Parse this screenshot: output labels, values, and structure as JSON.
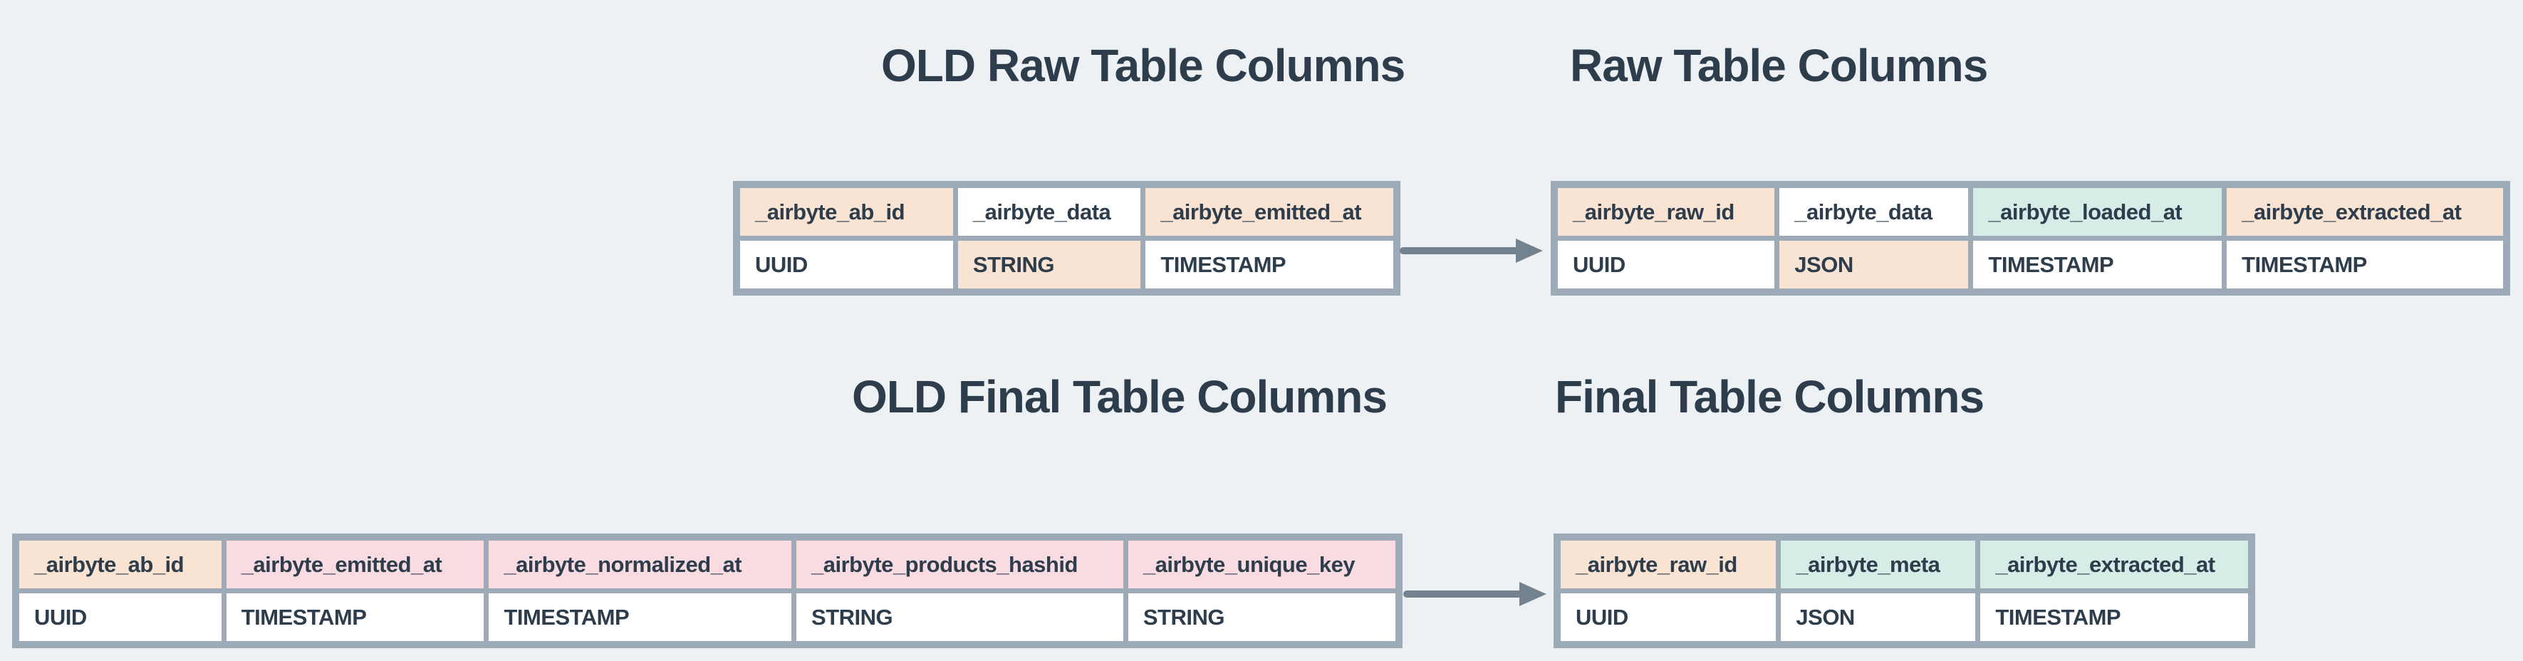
{
  "colors": {
    "background": "#eef1f4",
    "grid_border": "#9dabb8",
    "text": "#2e3d4c",
    "arrow": "#74818e",
    "peach": "#f9e3d3",
    "pink": "#f9dce2",
    "teal": "#d6ece7",
    "white": "#ffffff"
  },
  "sections": {
    "top": {
      "old_title": "OLD Raw Table Columns",
      "new_title": "Raw Table Columns",
      "old_table": {
        "columns": [
          {
            "header": "_airbyte_ab_id",
            "header_bg": "peach",
            "value": "UUID",
            "value_bg": "white"
          },
          {
            "header": "_airbyte_data",
            "header_bg": "white",
            "value": "STRING",
            "value_bg": "peach"
          },
          {
            "header": "_airbyte_emitted_at",
            "header_bg": "peach",
            "value": "TIMESTAMP",
            "value_bg": "white"
          }
        ]
      },
      "new_table": {
        "columns": [
          {
            "header": "_airbyte_raw_id",
            "header_bg": "peach",
            "value": "UUID",
            "value_bg": "white"
          },
          {
            "header": "_airbyte_data",
            "header_bg": "white",
            "value": "JSON",
            "value_bg": "peach"
          },
          {
            "header": "_airbyte_loaded_at",
            "header_bg": "teal",
            "value": "TIMESTAMP",
            "value_bg": "white"
          },
          {
            "header": "_airbyte_extracted_at",
            "header_bg": "peach",
            "value": "TIMESTAMP",
            "value_bg": "white"
          }
        ]
      }
    },
    "bottom": {
      "old_title": "OLD Final Table Columns",
      "new_title": "Final Table Columns",
      "old_table": {
        "columns": [
          {
            "header": "_airbyte_ab_id",
            "header_bg": "peach",
            "value": "UUID",
            "value_bg": "white"
          },
          {
            "header": "_airbyte_emitted_at",
            "header_bg": "pink",
            "value": "TIMESTAMP",
            "value_bg": "white"
          },
          {
            "header": "_airbyte_normalized_at",
            "header_bg": "pink",
            "value": "TIMESTAMP",
            "value_bg": "white"
          },
          {
            "header": "_airbyte_products_hashid",
            "header_bg": "pink",
            "value": "STRING",
            "value_bg": "white"
          },
          {
            "header": "_airbyte_unique_key",
            "header_bg": "pink",
            "value": "STRING",
            "value_bg": "white"
          }
        ]
      },
      "new_table": {
        "columns": [
          {
            "header": "_airbyte_raw_id",
            "header_bg": "peach",
            "value": "UUID",
            "value_bg": "white"
          },
          {
            "header": "_airbyte_meta",
            "header_bg": "teal",
            "value": "JSON",
            "value_bg": "white"
          },
          {
            "header": "_airbyte_extracted_at",
            "header_bg": "teal",
            "value": "TIMESTAMP",
            "value_bg": "white"
          }
        ]
      }
    }
  }
}
